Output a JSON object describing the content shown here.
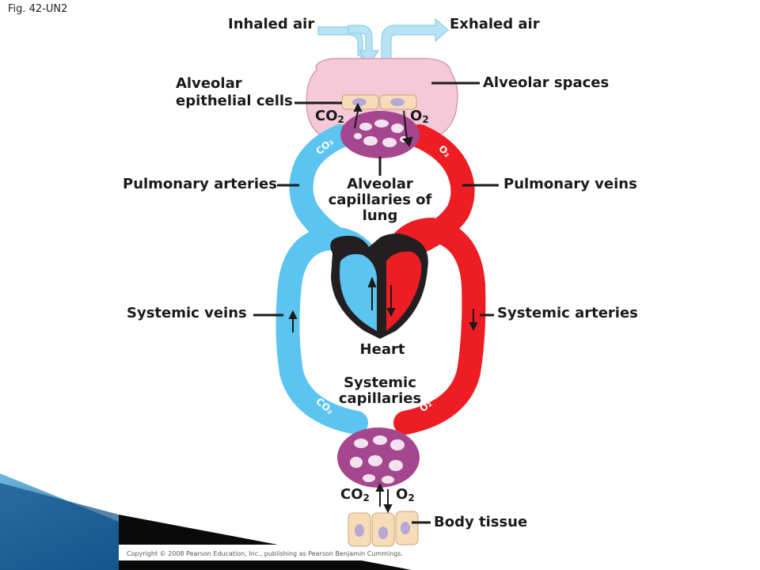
{
  "figure_label": "Fig. 42-UN2",
  "labels": {
    "inhaled_air": "Inhaled air",
    "exhaled_air": "Exhaled air",
    "alveolar_epithelial_cells_line1": "Alveolar",
    "alveolar_epithelial_cells_line2": "epithelial cells",
    "alveolar_spaces": "Alveolar spaces",
    "pulmonary_arteries": "Pulmonary arteries",
    "pulmonary_veins": "Pulmonary veins",
    "alveolar_capillaries_line1": "Alveolar",
    "alveolar_capillaries_line2": "capillaries of",
    "alveolar_capillaries_line3": "lung",
    "systemic_veins": "Systemic veins",
    "systemic_arteries": "Systemic arteries",
    "heart": "Heart",
    "systemic_capillaries_line1": "Systemic",
    "systemic_capillaries_line2": "capillaries",
    "body_tissue": "Body tissue"
  },
  "gases": {
    "co2_base": "CO",
    "o2_base": "O",
    "subscript": "2"
  },
  "vessel_gas_labels": {
    "co2": "CO₂",
    "o2": "O₂"
  },
  "copyright": "Copyright © 2008 Pearson Education, Inc., publishing as Pearson Benjamin Cummings.",
  "colors": {
    "deoxygenated": "#5bc4f0",
    "oxygenated": "#ee1d23",
    "capillary": "#a4478f",
    "alveolus": "#f6c9d8",
    "heart": "#231f20",
    "air_arrow": "#b8e3f5",
    "cell": "#f6ddb8",
    "nucleus": "#b7a8d6",
    "corner_blue": "#1f75b9"
  }
}
